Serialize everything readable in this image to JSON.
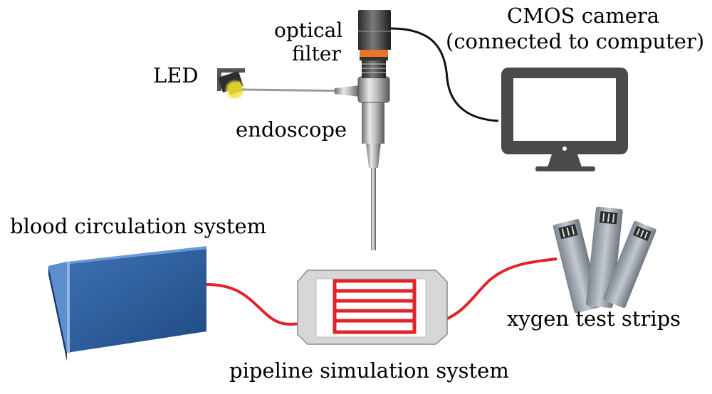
{
  "labels": {
    "led": "LED",
    "optical_filter_line1": "optical",
    "optical_filter_line2": "filter",
    "camera_line1": "CMOS camera",
    "camera_line2": "(connected to computer)",
    "endoscope": "endoscope",
    "blood_system": "blood circulation system",
    "test_strips": "xygen test strips",
    "pipeline_system": "pipeline simulation system"
  },
  "colors": {
    "tube_red": "#e0242a",
    "blue_box": "#2f5f9e",
    "monitor": "#4a4a4a",
    "filter_orange": "#e8762a",
    "led_yellow": "#f3e34a"
  }
}
